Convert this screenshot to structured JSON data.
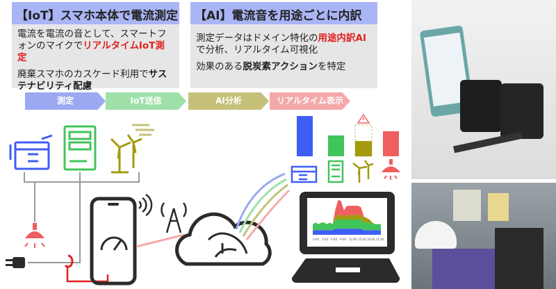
{
  "iot_box": {
    "title": "【IoT】スマホ本体で電流測定",
    "line1_a": "電流を電流の音として、スマートフォンのマイクで",
    "line1_b": "リアルタイムIoT測定",
    "line2_a": "廃棄スマホのカスケード利用で",
    "line2_b": "サステナビリティ配慮"
  },
  "ai_box": {
    "title": "【AI】電流音を用途ごとに内訳",
    "line1_a": "測定データはドメイン特化の",
    "line1_b": "用途内訳AI",
    "line1_c": "で分析、リアルタイム可視化",
    "line2_a": "効果のある",
    "line2_b": "脱炭素アクション",
    "line2_c": "を特定"
  },
  "steps": [
    {
      "label": "測定",
      "color": "#9aa9f2"
    },
    {
      "label": "IoT送信",
      "color": "#9fe0a9"
    },
    {
      "label": "AI分析",
      "color": "#c5c17a"
    },
    {
      "label": "リアルタイム表示",
      "color": "#f4a9a9"
    }
  ],
  "colors": {
    "office": "#3f5ef5",
    "vending": "#41c45a",
    "wind": "#a39a10",
    "lighting": "#ef5f5f",
    "dark": "#2b2b2b"
  },
  "chart_data": {
    "type": "area",
    "x_tick_labels": [
      "0:00",
      "3:00",
      "6:00",
      "9:00",
      "12:00",
      "15:00",
      "18:00",
      "21:00"
    ],
    "x": [
      0,
      1,
      2,
      3,
      4,
      5,
      6,
      7,
      8,
      9,
      10,
      11,
      12,
      13,
      14,
      15,
      16,
      17,
      18,
      19,
      20,
      21,
      22,
      23,
      24
    ],
    "series": [
      {
        "name": "office",
        "color": "#3f5ef5",
        "values": [
          3,
          3,
          3,
          3,
          3,
          3,
          3,
          3,
          4,
          4,
          4,
          4,
          4,
          4,
          4,
          4,
          4,
          4,
          3,
          3,
          3,
          3,
          3,
          3,
          3
        ]
      },
      {
        "name": "vending",
        "color": "#41c45a",
        "values": [
          4,
          5,
          4,
          5,
          5,
          4,
          5,
          4,
          6,
          6,
          6,
          6,
          6,
          6,
          6,
          6,
          6,
          6,
          5,
          5,
          5,
          4,
          4,
          4,
          4
        ]
      },
      {
        "name": "wind",
        "color": "#a39a10",
        "values": [
          0,
          0,
          0,
          0,
          0,
          0,
          0,
          0,
          2,
          3,
          3,
          2,
          3,
          3,
          3,
          3,
          3,
          3,
          3,
          3,
          2,
          1,
          0,
          0,
          0
        ]
      },
      {
        "name": "lighting",
        "color": "#ef5f5f",
        "values": [
          0,
          0,
          0,
          0,
          0,
          0,
          0,
          0,
          5,
          10,
          9,
          4,
          6,
          6,
          6,
          6,
          6,
          5,
          1,
          0,
          0,
          0,
          0,
          0,
          0
        ]
      }
    ],
    "bars": [
      {
        "name": "office",
        "value": 100
      },
      {
        "name": "vending",
        "value": 55
      },
      {
        "name": "wind",
        "value": 40,
        "capacity": 80
      },
      {
        "name": "lighting",
        "value": 65
      }
    ]
  }
}
